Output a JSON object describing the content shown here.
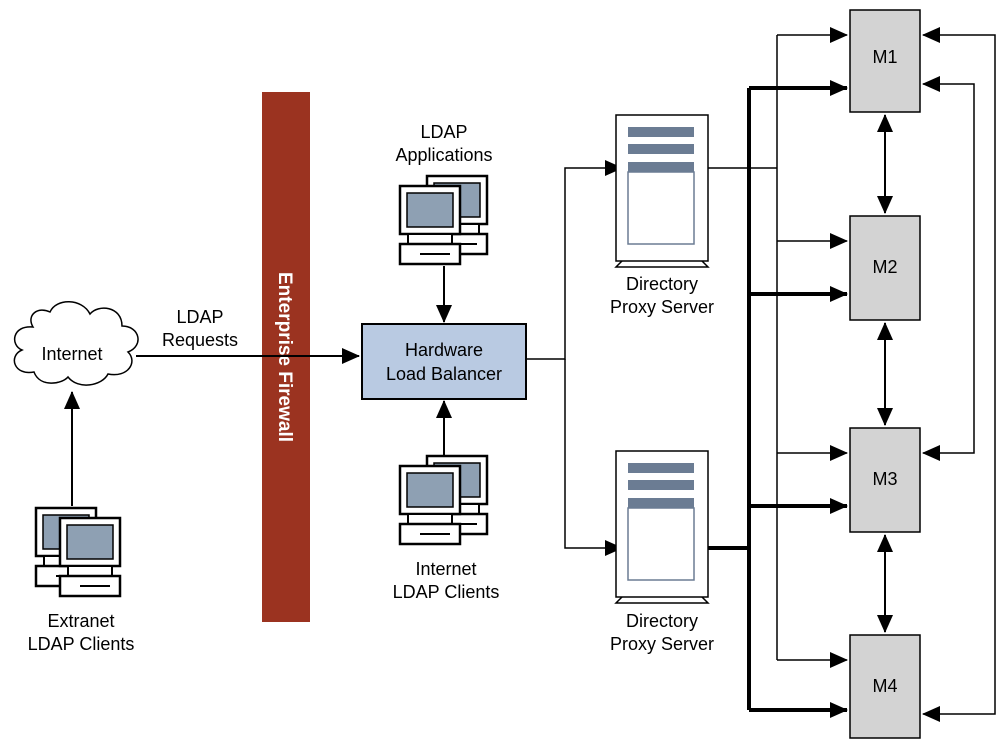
{
  "labels": {
    "internet": "Internet",
    "ldap_requests_line1": "LDAP",
    "ldap_requests_line2": "Requests",
    "firewall": "Enterprise Firewall",
    "ldap_apps_line1": "LDAP",
    "ldap_apps_line2": "Applications",
    "load_balancer_line1": "Hardware",
    "load_balancer_line2": "Load Balancer",
    "internet_clients_line1": "Internet",
    "internet_clients_line2": "LDAP Clients",
    "extranet_clients_line1": "Extranet",
    "extranet_clients_line2": "LDAP Clients",
    "proxy_top_line1": "Directory",
    "proxy_top_line2": "Proxy Server",
    "proxy_bottom_line1": "Directory",
    "proxy_bottom_line2": "Proxy Server"
  },
  "masters": [
    "M1",
    "M2",
    "M3",
    "M4"
  ],
  "colors": {
    "firewall": "#9b3320",
    "load_balancer": "#b9cae2",
    "master": "#d3d3d3",
    "monitor_screen": "#8ea0b3",
    "server_bars": "#6b7c93"
  }
}
